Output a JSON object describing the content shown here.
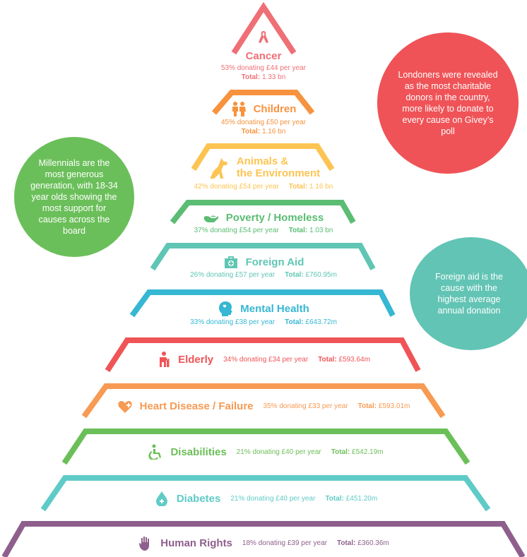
{
  "tiers": [
    {
      "name": "Cancer",
      "stats": "53% donating £44 per year",
      "total_label": "Total:",
      "total": "1.33 bn",
      "color": "#ef6f76",
      "icon": "ribbon-icon"
    },
    {
      "name": "Children",
      "stats": "45% donating £50 per year",
      "total_label": "Total:",
      "total": "1.16 bn",
      "color": "#f7923e",
      "icon": "children-icon"
    },
    {
      "name": "Animals &",
      "name2": "the Environment",
      "stats": "42% donating £54 per year",
      "total_label": "Total:",
      "total": "1.16 bn",
      "color": "#fdc453",
      "icon": "dog-icon"
    },
    {
      "name": "Poverty / Homeless",
      "stats": "37% donating £54 per year",
      "total_label": "Total:",
      "total": "1.03 bn",
      "color": "#5abd73",
      "icon": "hand-icon"
    },
    {
      "name": "Foreign Aid",
      "stats": "26% donating £57 per year",
      "total_label": "Total:",
      "total": "£760.95m",
      "color": "#5fc6b4",
      "icon": "first-aid-kit-icon"
    },
    {
      "name": "Mental Health",
      "stats": "33% donating £38 per year",
      "total_label": "Total:",
      "total": "£643.72m",
      "color": "#36b7d3",
      "icon": "head-heart-icon"
    },
    {
      "name": "Elderly",
      "stats": "34% donating £34 per year",
      "total_label": "Total:",
      "total": "£593.64m",
      "color": "#ef5457",
      "icon": "elderly-person-icon"
    },
    {
      "name": "Heart Disease / Failure",
      "stats": "35% donating £33 per year",
      "total_label": "Total:",
      "total": "£593.01m",
      "color": "#f79a53",
      "icon": "heart-plus-icon"
    },
    {
      "name": "Disabilities",
      "stats": "21% donating £40 per year",
      "total_label": "Total:",
      "total": "£542.19m",
      "color": "#6bbf58",
      "icon": "wheelchair-icon"
    },
    {
      "name": "Diabetes",
      "stats": "21% donating £40 per year",
      "total_label": "Total:",
      "total": "£451.20m",
      "color": "#5fcbc7",
      "icon": "blood-drop-icon"
    },
    {
      "name": "Human Rights",
      "stats": "18% donating £39 per year",
      "total_label": "Total:",
      "total": "£360.36m",
      "color": "#8e5f8d",
      "icon": "raised-hand-icon"
    }
  ],
  "callouts": {
    "londoners": {
      "text": "Londoners were revealed as the most charitable donors in the country, more likely to donate to every cause on Givey’s poll",
      "color": "#ef5357"
    },
    "millennials": {
      "text": "Millennials are the most generous generation, with 18-34 year olds showing the most support for causes across the board",
      "color": "#6bbf5a"
    },
    "foreign_aid": {
      "text": "Foreign aid is the cause with the highest average annual donation",
      "color": "#62c4b4"
    }
  }
}
